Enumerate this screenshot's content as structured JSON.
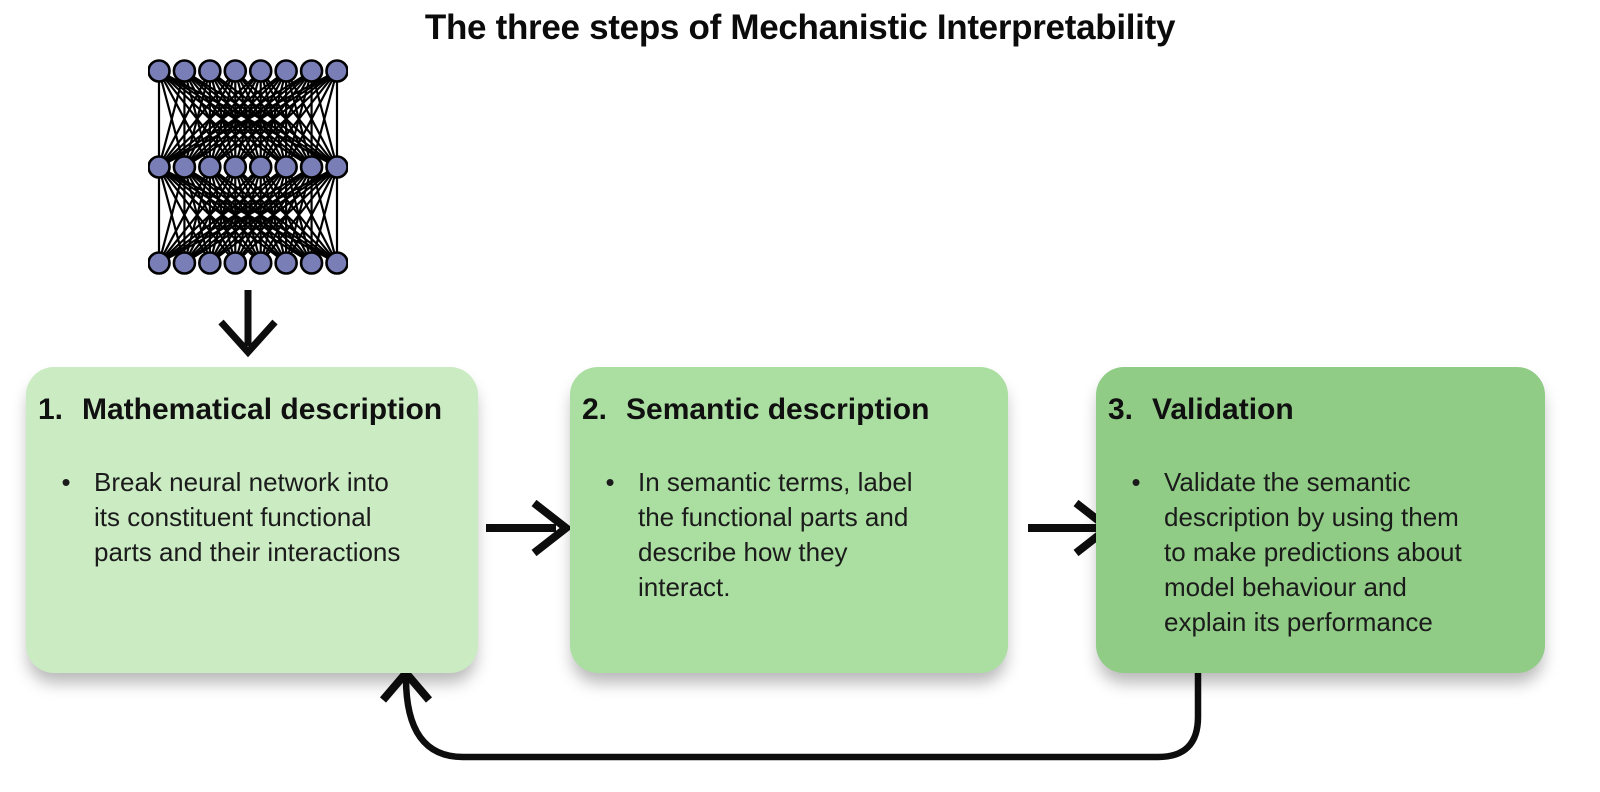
{
  "title": "The three steps of Mechanistic Interpretability",
  "network": {
    "layers": 3,
    "nodes_per_layer": 8
  },
  "colors": {
    "background": "#ffffff",
    "box1_fill": "#cbebc3",
    "box2_fill": "#abdfa2",
    "box3_fill": "#90cc86",
    "node_fill": "#7a7eb7",
    "node_stroke": "#000000",
    "arrow": "#0d0d0d",
    "heading_text": "#101010",
    "body_text": "#1b1b1b"
  },
  "bullet_glyph": "•",
  "boxes": [
    {
      "number": "1.",
      "title": "Mathematical description",
      "bullet_lines": [
        "Break neural network into",
        "its constituent functional",
        "parts and their interactions"
      ]
    },
    {
      "number": "2.",
      "title": "Semantic description",
      "bullet_lines": [
        "In semantic terms, label",
        "the functional parts and",
        "describe how they",
        "interact."
      ]
    },
    {
      "number": "3.",
      "title": "Validation",
      "bullet_lines": [
        "Validate the semantic",
        "description by using them",
        "to make predictions about",
        "model behaviour and",
        "explain its performance"
      ]
    }
  ]
}
